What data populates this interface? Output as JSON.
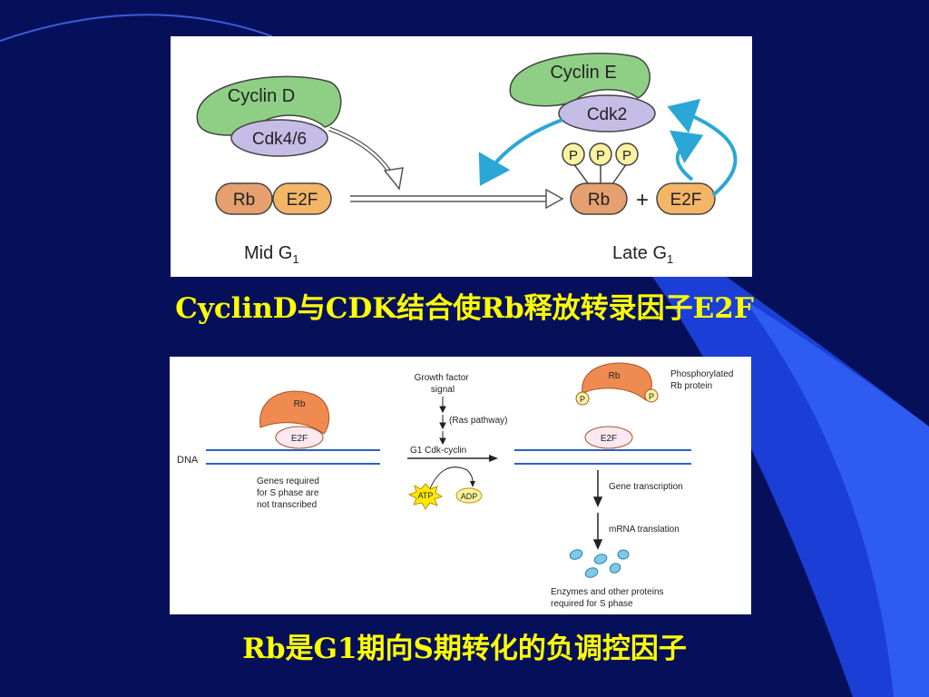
{
  "colors": {
    "background": "#06105a",
    "caption": "#ffff00",
    "cyclin": "#8fcf85",
    "cdk": "#c6bde6",
    "rb": "#e6a070",
    "e2f": "#f3b667",
    "phospho": "#fbf2a0",
    "arrow_blue": "#2aa7d6"
  },
  "top_diagram": {
    "cyclin_d": "Cyclin D",
    "cdk46": "Cdk4/6",
    "rb": "Rb",
    "e2f": "E2F",
    "mid_g1": "Mid G",
    "mid_g1_sub": "1",
    "cyclin_e": "Cyclin E",
    "cdk2": "Cdk2",
    "phospho": [
      "P",
      "P",
      "P"
    ],
    "rb_late": "Rb",
    "plus": "+",
    "e2f_late": "E2F",
    "late_g1": "Late G",
    "late_g1_sub": "1"
  },
  "caption_top": "CyclinD与CDK结合使Rb释放转录因子E2F",
  "bottom_diagram": {
    "dna": "DNA",
    "rb_left": "Rb",
    "e2f_left": "E2F",
    "genes_note": [
      "Genes required",
      "for S phase are",
      "not transcribed"
    ],
    "growth_factor": [
      "Growth factor",
      "signal"
    ],
    "ras": "(Ras pathway)",
    "g1_cdk": "G1 Cdk-cyclin",
    "atp": "ATP",
    "adp": "ADP",
    "rb_right": "Rb",
    "p_left": "P",
    "p_right": "P",
    "phospho_label": [
      "Phosphorylated",
      "Rb protein"
    ],
    "e2f_right": "E2F",
    "gene_transcription": "Gene transcription",
    "mrna_translation": "mRNA translation",
    "enzymes": [
      "Enzymes and other proteins",
      "required for S phase"
    ]
  },
  "caption_bottom": "Rb是G1期向S期转化的负调控因子"
}
